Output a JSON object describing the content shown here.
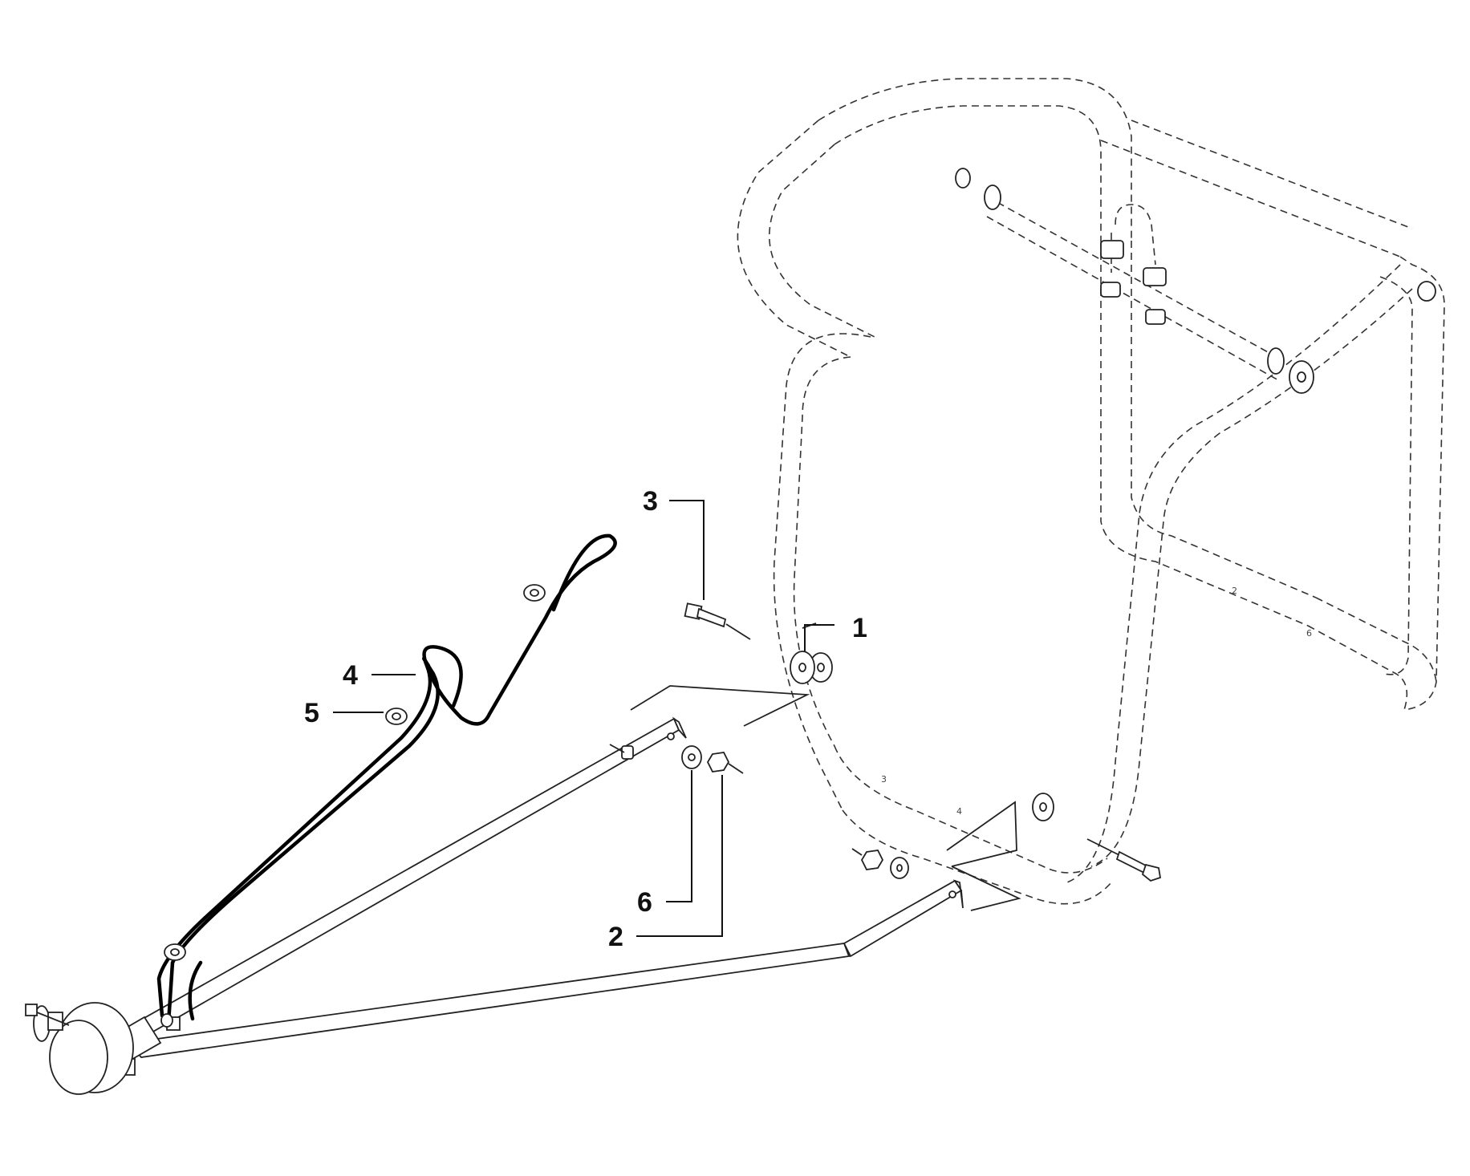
{
  "callouts": [
    {
      "id": "1",
      "label": "1"
    },
    {
      "id": "2",
      "label": "2"
    },
    {
      "id": "3",
      "label": "3"
    },
    {
      "id": "4",
      "label": "4"
    },
    {
      "id": "5",
      "label": "5"
    },
    {
      "id": "6",
      "label": "6"
    }
  ],
  "frame_marks": {
    "m3": "3",
    "m4": "4",
    "m2": "2",
    "m6": "6"
  },
  "colors": {
    "line": "#222222",
    "cable": "#000000",
    "background": "#ffffff"
  }
}
